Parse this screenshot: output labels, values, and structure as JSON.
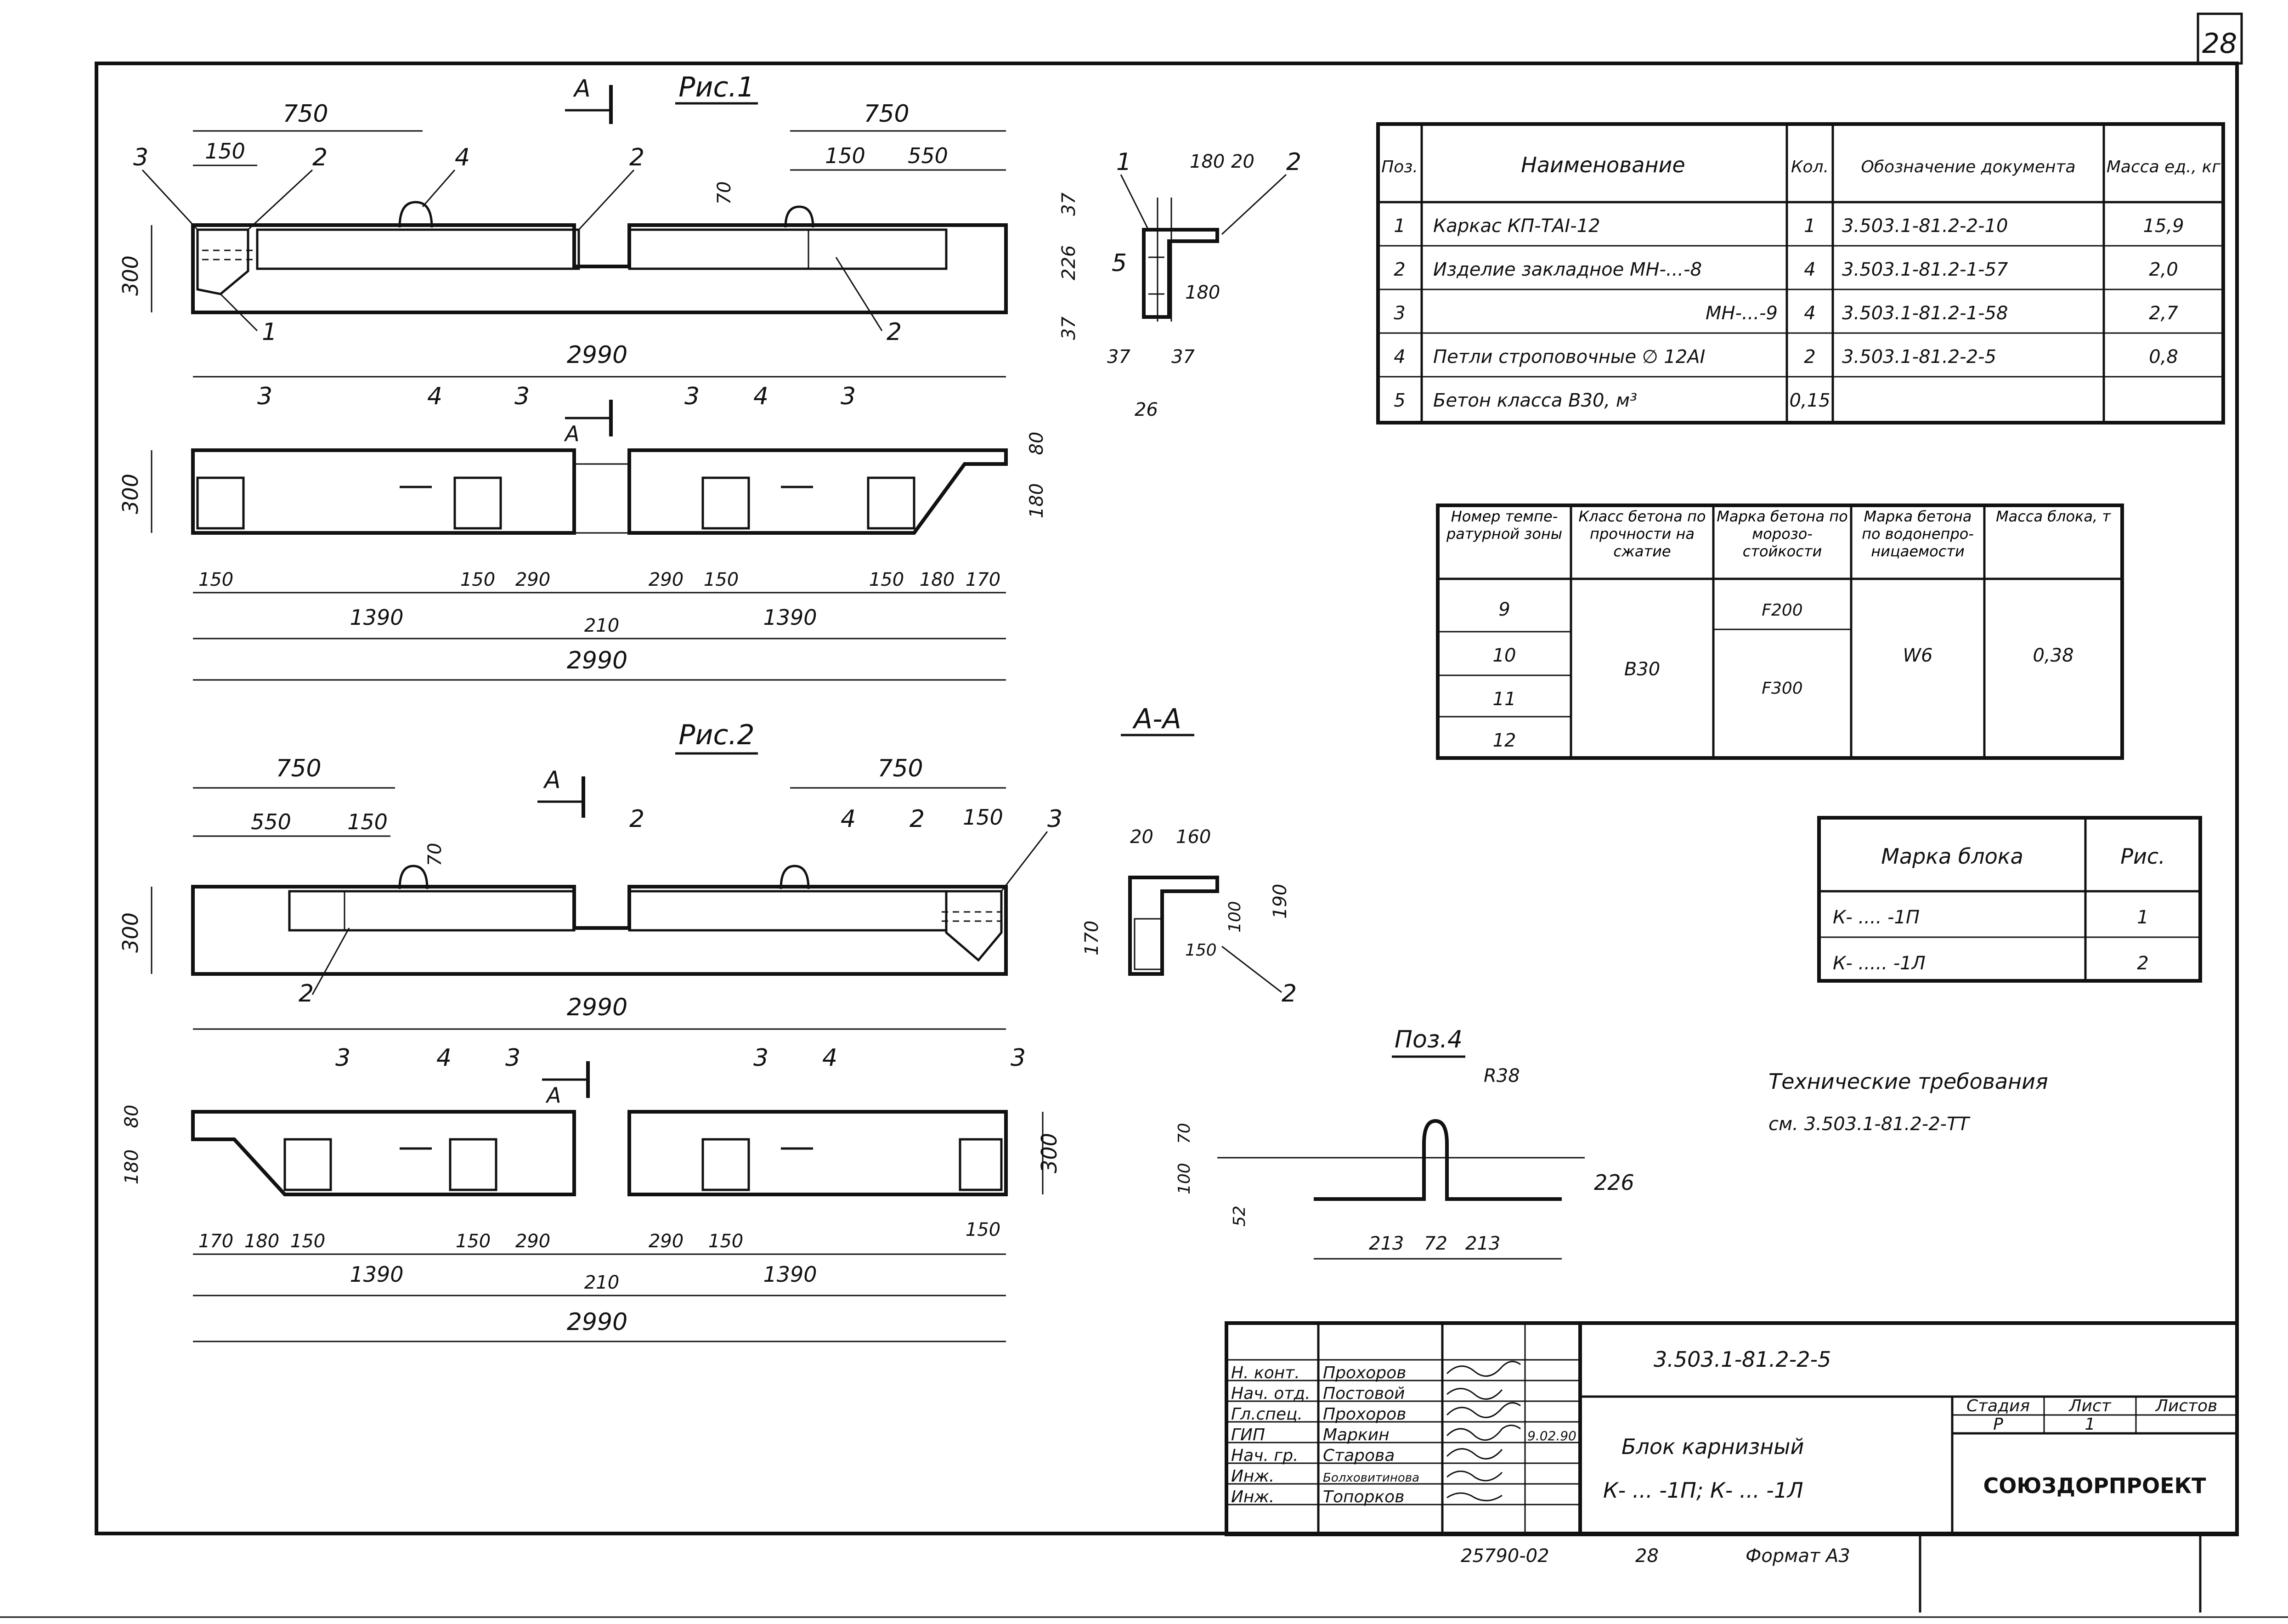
{
  "sheet_number": "28",
  "fig1": {
    "title": "Рис.1",
    "cut_label": "А",
    "dims": {
      "left_750": "750",
      "right_750": "750",
      "d150": "150",
      "d550": "550",
      "d300": "300",
      "d70": "70",
      "d2990": "2990",
      "b150": "150",
      "b290": "290",
      "b1390": "1390",
      "b210": "210",
      "b180": "180",
      "b170": "170",
      "b80": "80",
      "b2990": "2990"
    },
    "pos": {
      "p1": "1",
      "p2": "2",
      "p3": "3",
      "p4": "4"
    }
  },
  "fig2": {
    "title": "Рис.2",
    "cut_label": "А",
    "dims": {
      "d750a": "750",
      "d750b": "750",
      "d550": "550",
      "d150": "150",
      "d300": "300",
      "d70": "70",
      "d2990": "2990",
      "b170": "170",
      "b180": "180",
      "b150": "150",
      "b290": "290",
      "b1390": "1390",
      "b210": "210",
      "b80": "80",
      "b2990": "2990"
    }
  },
  "section_aa": {
    "title": "А-А",
    "top": {
      "d180": "180",
      "d20": "20",
      "d37": "37",
      "d226": "226",
      "d5": "5",
      "d26": "26",
      "p1": "1",
      "p2": "2"
    },
    "bottom": {
      "d20": "20",
      "d160": "160",
      "d150": "150",
      "d170": "170",
      "d190": "190",
      "d100": "100",
      "p2": "2"
    }
  },
  "pos4": {
    "title": "Поз.4",
    "r38": "R38",
    "d226": "226",
    "d70": "70",
    "d100": "100",
    "d52": "52",
    "d213a": "213",
    "d72": "72",
    "d213b": "213"
  },
  "spec_table": {
    "headers": [
      "Поз.",
      "Наименование",
      "Кол.",
      "Обозначение документа",
      "Масса ед., кг"
    ],
    "rows": [
      [
        "1",
        "Каркас КП-ТАI-12",
        "1",
        "3.503.1-81.2-2-10",
        "15,9"
      ],
      [
        "2",
        "Изделие закладное МН-...-8",
        "4",
        "3.503.1-81.2-1-57",
        "2,0"
      ],
      [
        "3",
        "МН-...-9",
        "4",
        "3.503.1-81.2-1-58",
        "2,7"
      ],
      [
        "4",
        "Петли строповочные ∅ 12АI",
        "2",
        "3.503.1-81.2-2-5",
        "0,8"
      ],
      [
        "5",
        "Бетон класса B30, м³",
        "0,15",
        "",
        ""
      ]
    ]
  },
  "concrete_table": {
    "headers": [
      "Номер темпе-ратурной зоны",
      "Класс бетона по прочности на сжатие",
      "Марка бетона по морозо-стойкости",
      "Марка бетона по водонепро-ницаемости",
      "Масса блока, т"
    ],
    "zones": [
      "9",
      "10",
      "11",
      "12"
    ],
    "strength": "B30",
    "frost": [
      "F200",
      "F300"
    ],
    "water": "W6",
    "mass": "0,38"
  },
  "block_table": {
    "headers": [
      "Марка блока",
      "Рис."
    ],
    "rows": [
      [
        "К- .... -1П",
        "1"
      ],
      [
        "К- ..... -1Л",
        "2"
      ]
    ]
  },
  "tech_requirements": {
    "line1": "Технические требования",
    "line2": "см. 3.503.1-81.2-2-ТТ"
  },
  "title_block": {
    "doc_code": "3.503.1-81.2-2-5",
    "roles": [
      [
        "Н. конт.",
        "Прохоров"
      ],
      [
        "Нач. отд.",
        "Постовой"
      ],
      [
        "Гл.спец.",
        "Прохоров"
      ],
      [
        "ГИП",
        "Маркин"
      ],
      [
        "Нач. гр.",
        "Старова"
      ],
      [
        "Инж.",
        "Болховитинова"
      ],
      [
        "Инж.",
        "Топорков"
      ]
    ],
    "date": "9.02.90",
    "name_line1": "Блок карнизный",
    "name_line2": "К- ... -1П; К- ... -1Л",
    "stage_label": "Стадия",
    "sheet_label": "Лист",
    "sheets_label": "Листов",
    "stage": "Р",
    "sheet": "1",
    "sheets": "",
    "org": "СОЮЗДОРПРОЕКТ"
  },
  "footer": {
    "inv": "25790-02",
    "num": "28",
    "format": "Формат А3"
  }
}
